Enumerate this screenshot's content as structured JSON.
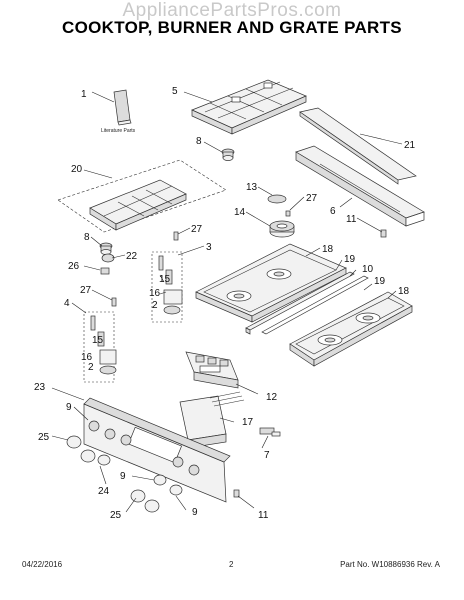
{
  "watermark": "AppliancePartsPros.com",
  "title": "COOKTOP, BURNER AND GRATE PARTS",
  "literature_label": "Literature Parts",
  "callouts": {
    "c1": "1",
    "c5": "5",
    "c8a": "8",
    "c21": "21",
    "c20": "20",
    "c13": "13",
    "c27a": "27",
    "c14": "14",
    "c6": "6",
    "c11a": "11",
    "c8b": "8",
    "c27b": "27",
    "c3": "3",
    "c22": "22",
    "c18a": "18",
    "c26": "26",
    "c19a": "19",
    "c10": "10",
    "c15a": "15",
    "c16a": "16",
    "c2a": "2",
    "c27c": "27",
    "c19b": "19",
    "c18b": "18",
    "c4": "4",
    "c15b": "15",
    "c16b": "16",
    "c2b": "2",
    "c12": "12",
    "c23": "23",
    "c9a": "9",
    "c17": "17",
    "c25a": "25",
    "c7": "7",
    "c24": "24",
    "c9b": "9",
    "c11b": "11",
    "c25b": "25",
    "c9c": "9"
  },
  "footer": {
    "date": "04/22/2016",
    "page": "2",
    "part_number": "Part No.  W10886936  Rev.  A"
  }
}
